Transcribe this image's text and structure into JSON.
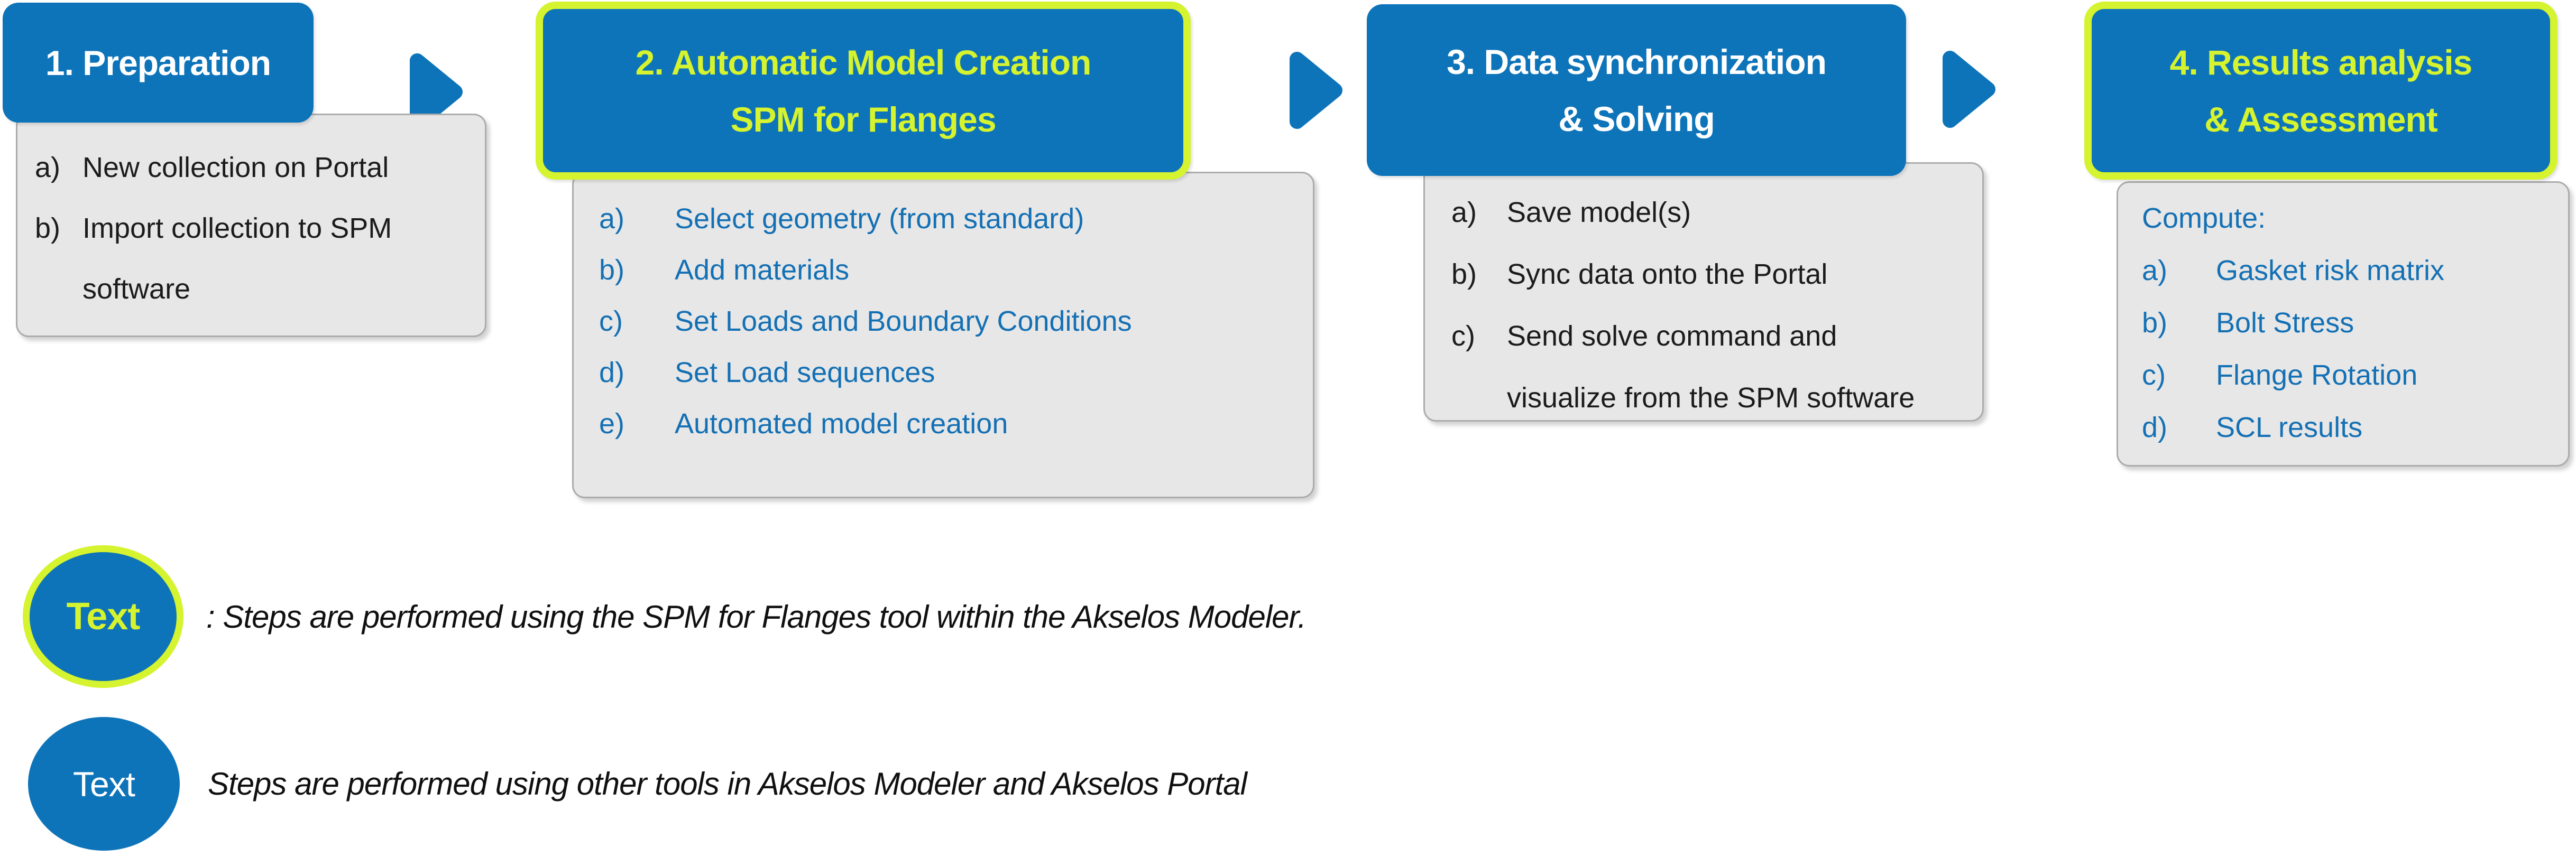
{
  "palette": {
    "step_blue": "#0E74B9",
    "highlight_green": "#D5F32E",
    "list_gray_fill": "#E7E7E7",
    "list_gray_border": "#ACACAC",
    "list_blue_text": "#1470B4",
    "list_black_text": "#1b1b1b"
  },
  "steps": [
    {
      "title_lines": [
        "1. Preparation"
      ],
      "highlighted": false,
      "items": [
        {
          "label": "a)",
          "text": "New collection on Portal"
        },
        {
          "label": "b)",
          "text": "Import collection to SPM\nsoftware"
        }
      ]
    },
    {
      "title_lines": [
        "2. Automatic Model Creation",
        "SPM for Flanges"
      ],
      "highlighted": true,
      "items": [
        {
          "label": "a)",
          "text": "Select geometry (from standard)"
        },
        {
          "label": "b)",
          "text": "Add materials"
        },
        {
          "label": "c)",
          "text": "Set Loads and Boundary Conditions"
        },
        {
          "label": "d)",
          "text": "Set Load sequences"
        },
        {
          "label": "e)",
          "text": "Automated model creation"
        }
      ]
    },
    {
      "title_lines": [
        "3. Data synchronization",
        "& Solving"
      ],
      "highlighted": false,
      "items": [
        {
          "label": "a)",
          "text": "Save model(s)"
        },
        {
          "label": "b)",
          "text": "Sync data onto the Portal"
        },
        {
          "label": "c)",
          "text": "Send solve command and\nvisualize from the SPM software"
        }
      ]
    },
    {
      "title_lines": [
        "4. Results analysis",
        "& Assessment"
      ],
      "highlighted": true,
      "list_intro": "Compute:",
      "items": [
        {
          "label": "a)",
          "text": "Gasket risk matrix"
        },
        {
          "label": "b)",
          "text": "Bolt Stress"
        },
        {
          "label": "c)",
          "text": "Flange Rotation"
        },
        {
          "label": "d)",
          "text": "SCL results"
        }
      ]
    }
  ],
  "legend": [
    {
      "marker_label": "Text",
      "marker_style": "highlighted",
      "description": ": Steps are performed using the SPM for Flanges tool within the Akselos Modeler."
    },
    {
      "marker_label": "Text",
      "marker_style": "plain",
      "description": "Steps are performed using other tools in Akselos Modeler and Akselos Portal"
    }
  ]
}
